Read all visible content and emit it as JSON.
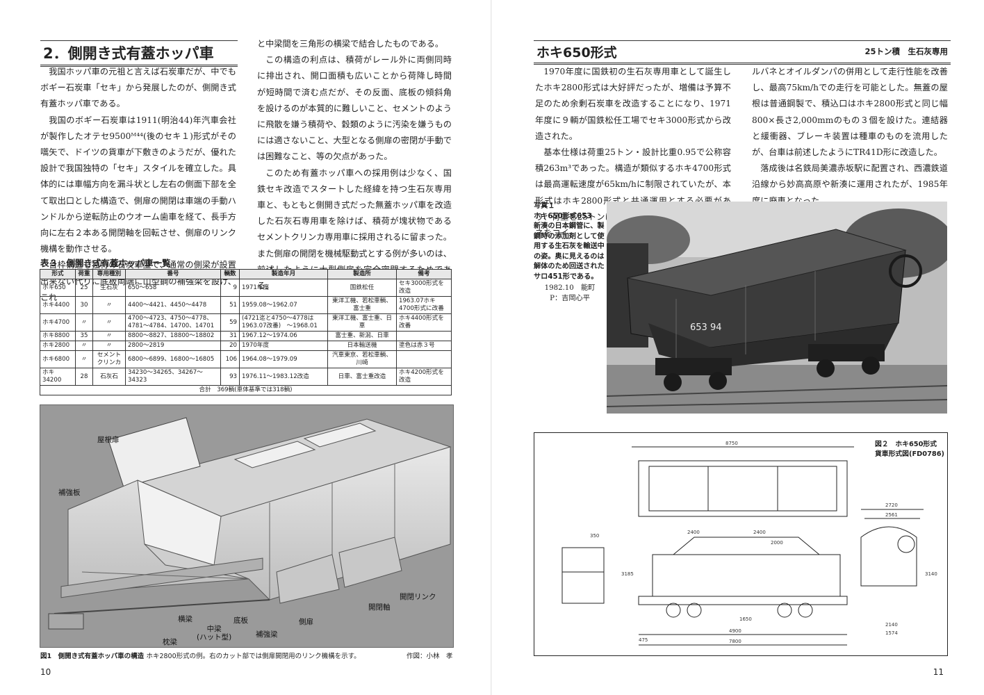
{
  "left_page": {
    "section_title": "2．側開き式有蓋ホッパ車",
    "col1": [
      "我国ホッパ車の元祖と言えば石炭車だが、中でもボギー石炭車「セキ」から発展したのが、側開き式有蓋ホッパ車である。",
      "我国のボギー石炭車は1911(明治44)年汽車会社が製作したオテセ9500ᴹ⁴⁴(後のセキ１)形式がその嚆矢で、ドイツの貨車が下敷きのようだが、優れた設計で我国独特の「セキ」スタイルを確立した。具体的には車幅方向を漏斗状とし左右の側面下部を全て取出口とした構造で、側扉の開閉は車端の手動ハンドルから逆転防止のウオーム歯車を経て、長手方向に左右２本ある開閉軸を回転させ、側扉のリンク機構を動作させる。",
      "台枠構造も独特の石炭車型で、通常の側梁が設置出来ない代りに底板両端に山型鋼の補強梁を設け、これ"
    ],
    "col2": [
      "と中梁間を三角形の横梁で結合したものである。",
      "この構造の利点は、積荷がレール外に両側同時に排出され、開口面積も広いことから荷降し時間が短時間で済む点だが、その反面、底板の傾斜角を設けるのが本質的に難しいこと、セメントのように飛散を嫌う積荷や、穀類のように汚染を嫌うものには適さないこと、大型となる側扉の密閉が手動では困難なこと、等の欠点があった。",
      "このため有蓋ホッパ車への採用例は少なく、国鉄セキ改造でスタートした経緯を持つ生石灰専用車と、もともと側開き式だった無蓋ホッパ車を改造した石灰石専用車を除けば、積荷が塊状物であるセメントクリンカ専用車に採用されるに留まった。また側扉の開閉を機械駆動式とする例が多いのは、前述したように大型側扉を完全密閉するためである。"
    ],
    "table_title": "表３　側開き式有蓋ホッパ車一覧",
    "table_headers": [
      "形式",
      "荷重",
      "専用種別",
      "番号",
      "輌数",
      "製造年月",
      "製造所",
      "備考"
    ],
    "table_rows": [
      [
        "ホキ650",
        "25",
        "生石灰",
        "650～658",
        "9",
        "1971年度",
        "国鉄松任",
        "セキ3000形式を改造"
      ],
      [
        "ホキ4400",
        "30",
        "〃",
        "4400～4421、4450～4478",
        "51",
        "1959.08～1962.07",
        "東洋工機、若松車輌、富士重",
        "1963.07ホキ4700形式に改番"
      ],
      [
        "ホキ4700",
        "〃",
        "〃",
        "4700～4723、4750～4778、4781～4784、14700、14701",
        "59",
        "(4721迄と4750～4778は1963.07改番)　～1968.01",
        "東洋工機、富士重、日車",
        "ホキ4400形式を改番"
      ],
      [
        "ホキ8800",
        "35",
        "〃",
        "8800～8827、18800～18802",
        "31",
        "1967.12～1974.06",
        "富士重、新潟、日車",
        ""
      ],
      [
        "ホキ2800",
        "〃",
        "〃",
        "2800～2819",
        "20",
        "1970年度",
        "日本輸送機",
        "塗色は赤３号"
      ],
      [
        "ホキ6800",
        "〃",
        "セメントクリンカ",
        "6800～6899、16800～16805",
        "106",
        "1964.08～1979.09",
        "汽車東京、若松車輌、川崎",
        ""
      ],
      [
        "ホキ34200",
        "28",
        "石灰石",
        "34230～34265、34267～34323",
        "93",
        "1976.11～1983.12改造",
        "日車、富士重改造",
        "ホキ4200形式を改造"
      ]
    ],
    "table_total": "合計　369輌(車体基準では318輌)",
    "fig1_labels": {
      "roof_door": "屋根扉",
      "reinforce_plate": "補強板",
      "open_link": "開閉リンク",
      "open_shaft": "開閉軸",
      "side_door": "側扉",
      "cross_beam": "横梁",
      "center_beam": "中梁\n(ハット型)",
      "bottom_plate": "底板",
      "reinforce_beam": "補強梁",
      "bolster": "枕梁"
    },
    "fig1_caption_bold": "図1　側開き式有蓋ホッパ車の構造",
    "fig1_caption": "ホキ2800形式の例。右のカット部では側扉開閉用のリンク機構を示す。",
    "fig1_credit": "作図：小林　孝",
    "page_number": "10"
  },
  "right_page": {
    "title": "ホキ650形式",
    "subtitle": "25トン積　生石灰専用",
    "col1": [
      "1970年度に国鉄初の生石灰専用車として誕生したホキ2800形式は大好評だったが、増備は予算不足のため余剰石炭車を改造することになり、1971年度に９輌が国鉄松任工場でセキ3000形式から改造された。",
      "基本仕様は荷重25トン・設計比重0.95で公称容積263m³であった。構造が類似するホキ4700形式は最高運転速度が65km/hに制限されていたが、本形式はホキ2800形式と共通運用とする必要があり、荷重を25トンに抑えて重心を下げ、台車の枕バネをコイ"
    ],
    "col2": [
      "ルバネとオイルダンパの併用として走行性能を改善し、最高75km/hでの走行を可能とした。無蓋の屋根は普通鋼製で、積込口はホキ2800形式と同じ幅800×長さ2,000mmのもの３個を設けた。連結器と緩衝器、ブレーキ装置は種車のものを流用したが、台車は前述したようにTR41D形に改造した。",
      "落成後は名鉄局美濃赤坂駅に配置され、西濃鉄道沿線から妙高高原や新湊に運用されたが、1985年度に廃車となった。"
    ],
    "photo_caption_title": "写真１\nホキ650形式653",
    "photo_caption_body": "新湊の日本鋼管に、製鋼時の添加剤として使用する生石灰を輸送中の姿。奥に見えるのは解体のため回送されたサロ451形である。",
    "photo_meta": "1982.10　能町\nP：吉岡心平",
    "car_number": "653 94",
    "fig2_caption": "図２　ホキ650形式\n貨車形式図(FD0786)",
    "fig2_dims": [
      "8750",
      "2720",
      "2561",
      "2400",
      "2400",
      "2000",
      "350",
      "3185",
      "3140",
      "4900",
      "1650",
      "7800",
      "1574",
      "2140",
      "475"
    ],
    "page_number": "11"
  }
}
